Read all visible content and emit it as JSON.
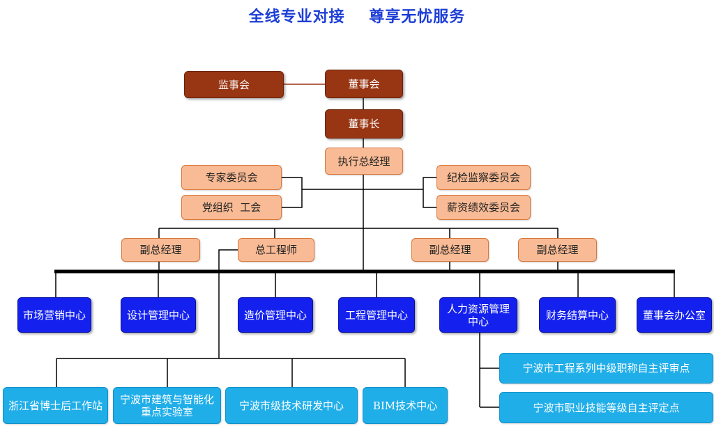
{
  "title": "全线专业对接    尊享无忧服务",
  "top": {
    "supervisory_board": "监事会",
    "board_of_directors": "董事会",
    "chairman": "董事长",
    "executive_gm": "执行总经理"
  },
  "committees": {
    "expert_committee": "专家委员会",
    "party_union": "党组织  工会",
    "discipline_committee": "纪检监察委员会",
    "compensation_committee": "薪资绩效委员会"
  },
  "executives": {
    "deputy_gm_1": "副总经理",
    "chief_engineer": "总工程师",
    "deputy_gm_2": "副总经理",
    "deputy_gm_3": "副总经理"
  },
  "centers": {
    "marketing": "市场营销中心",
    "design_management": "设计管理中心",
    "cost_management": "造价管理中心",
    "engineering_management": "工程管理中心",
    "hr_line1": "人力资源管理",
    "hr_line2": "中心",
    "finance_settlement": "财务结算中心",
    "board_office": "董事会办公室"
  },
  "research": {
    "postdoc_station": "浙江省博士后工作站",
    "lab_line1": "宁波市建筑与智能化",
    "lab_line2": "重点实验室",
    "tech_rd_center": "宁波市级技术研发中心",
    "bim_center": "BIM技术中心"
  },
  "evaluation": {
    "engineering_title_review": "宁波市工程系列中级职称自主评审点",
    "vocational_skill_assessment": "宁波市职业技能等级自主评定点"
  },
  "colors": {
    "title": "#1d3ed6",
    "dark_box": "#983513",
    "peach_box": "#f9bb95",
    "blue_box": "#1421ee",
    "cyan_box": "#20aee9",
    "connector": "#000000",
    "board_link": "#983513"
  }
}
